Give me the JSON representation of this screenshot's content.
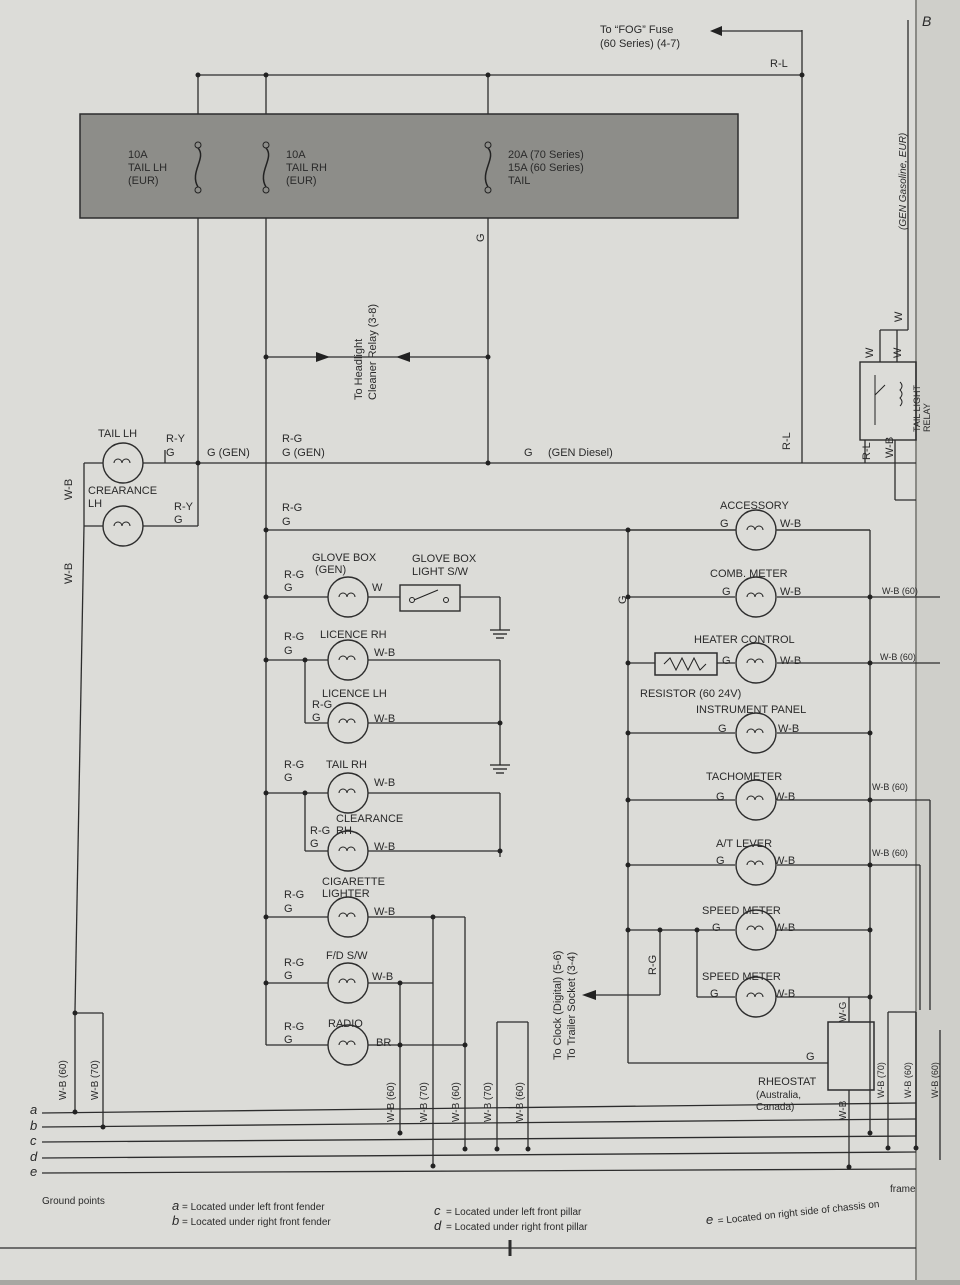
{
  "page_letter": "B",
  "fog": {
    "line1": "To “FOG” Fuse",
    "line2": "(60 Series) (4-7)",
    "wire": "R-L"
  },
  "fuses": [
    {
      "amp": "10A",
      "name": "TAIL LH",
      "region": "(EUR)"
    },
    {
      "amp": "10A",
      "name": "TAIL RH",
      "region": "(EUR)"
    },
    {
      "amp1": "20A (70 Series)",
      "amp2": "15A (60 Series)",
      "name": "TAIL"
    }
  ],
  "headlight": {
    "line1": "To Headlight",
    "line2": "Cleaner Relay (3-8)"
  },
  "gen_gasoline": "(GEN Gasoline, EUR)",
  "relay": {
    "line1": "TAIL LIGHT",
    "line2": "RELAY"
  },
  "left_lamps": [
    {
      "label": "TAIL LH",
      "wire": "R-Y",
      "wire2": "G"
    },
    {
      "label": "CREARANCE",
      "label2": "LH",
      "wire": "R-Y",
      "wire2": "G"
    }
  ],
  "left_loads": [
    {
      "label": "GLOVE BOX",
      "label2": "(GEN)",
      "wire": "W"
    },
    {
      "label": "LICENCE RH",
      "wire": "W-B"
    },
    {
      "label": "LICENCE LH",
      "wire": "W-B"
    },
    {
      "label": "TAIL RH",
      "wire": "W-B"
    },
    {
      "label": "CLEARANCE",
      "label2": "RH",
      "wire": "W-B"
    },
    {
      "label": "CIGARETTE",
      "label2": "LIGHTER",
      "wire": "W-B"
    },
    {
      "label": "F/D S/W",
      "wire": "W-B"
    },
    {
      "label": "RADIO",
      "wire": "BR"
    }
  ],
  "glove_switch": {
    "line1": "GLOVE BOX",
    "line2": "LIGHT S/W"
  },
  "right_loads": [
    {
      "label": "ACCESSORY",
      "in": "G",
      "out": "W-B"
    },
    {
      "label": "COMB. METER",
      "in": "G",
      "out": "W-B",
      "note": "W-B (60)"
    },
    {
      "label": "HEATER CONTROL",
      "in": "G",
      "out": "W-B",
      "note": "W-B (60)"
    },
    {
      "label": "INSTRUMENT PANEL",
      "in": "G",
      "out": "W-B"
    },
    {
      "label": "TACHOMETER",
      "in": "G",
      "out": "W-B",
      "note": "W-B (60)"
    },
    {
      "label": "A/T LEVER",
      "in": "G",
      "out": "W-B",
      "note": "W-B (60)"
    },
    {
      "label": "SPEED METER",
      "in": "G",
      "out": "W-B"
    },
    {
      "label": "SPEED METER",
      "in": "G",
      "out": "W-B"
    }
  ],
  "resistor": "RESISTOR (60 24V)",
  "clock": {
    "line1": "To Clock (Digital) (5-6)",
    "line2": "To Trailer Socket (3-4)"
  },
  "rheostat": {
    "line1": "RHEOSTAT",
    "line2": "(Australia,",
    "line3": "Canada)"
  },
  "wires": {
    "g_gen": "G (GEN)",
    "rg": "R-G",
    "g": "G",
    "rg_gen": "G (GEN)",
    "gen_diesel": "G",
    "gen_diesel_lbl": "(GEN Diesel)",
    "wb": "W-B",
    "rl": "R-L",
    "w": "W",
    "wg": "W-G",
    "wb60": "W-B (60)",
    "wb70": "W-B (70)",
    "ry": "R-Y"
  },
  "ground_lines": [
    "a",
    "b",
    "c",
    "d",
    "e"
  ],
  "legend": {
    "title": "Ground points",
    "a": "= Located under left front fender",
    "b": "= Located under right front fender",
    "c": "= Located under left front pillar",
    "d": "= Located under right front pillar",
    "e": "= Located on right side of chassis on",
    "frame": "frame"
  }
}
